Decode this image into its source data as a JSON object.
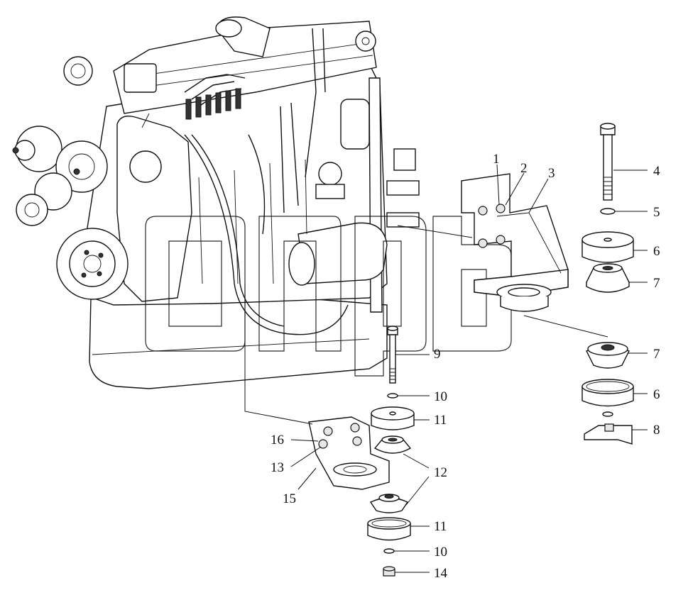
{
  "diagram": {
    "callouts": {
      "c1": "1",
      "c2": "2",
      "c3": "3",
      "c4": "4",
      "c5": "5",
      "c6a": "6",
      "c6b": "6",
      "c7a": "7",
      "c7b": "7",
      "c8": "8",
      "c9": "9",
      "c10a": "10",
      "c10b": "10",
      "c11a": "11",
      "c11b": "11",
      "c12": "12",
      "c13": "13",
      "c14": "14",
      "c15": "15",
      "c16": "16"
    },
    "watermark": {
      "tm": "TM"
    },
    "colors": {
      "line": "#111111",
      "watermark": "#9a9a9a"
    },
    "icons": [
      "engine-drawing",
      "bolt-icon",
      "washer-icon",
      "rubber-cushion-icon",
      "bracket-icon",
      "nut-icon"
    ]
  }
}
